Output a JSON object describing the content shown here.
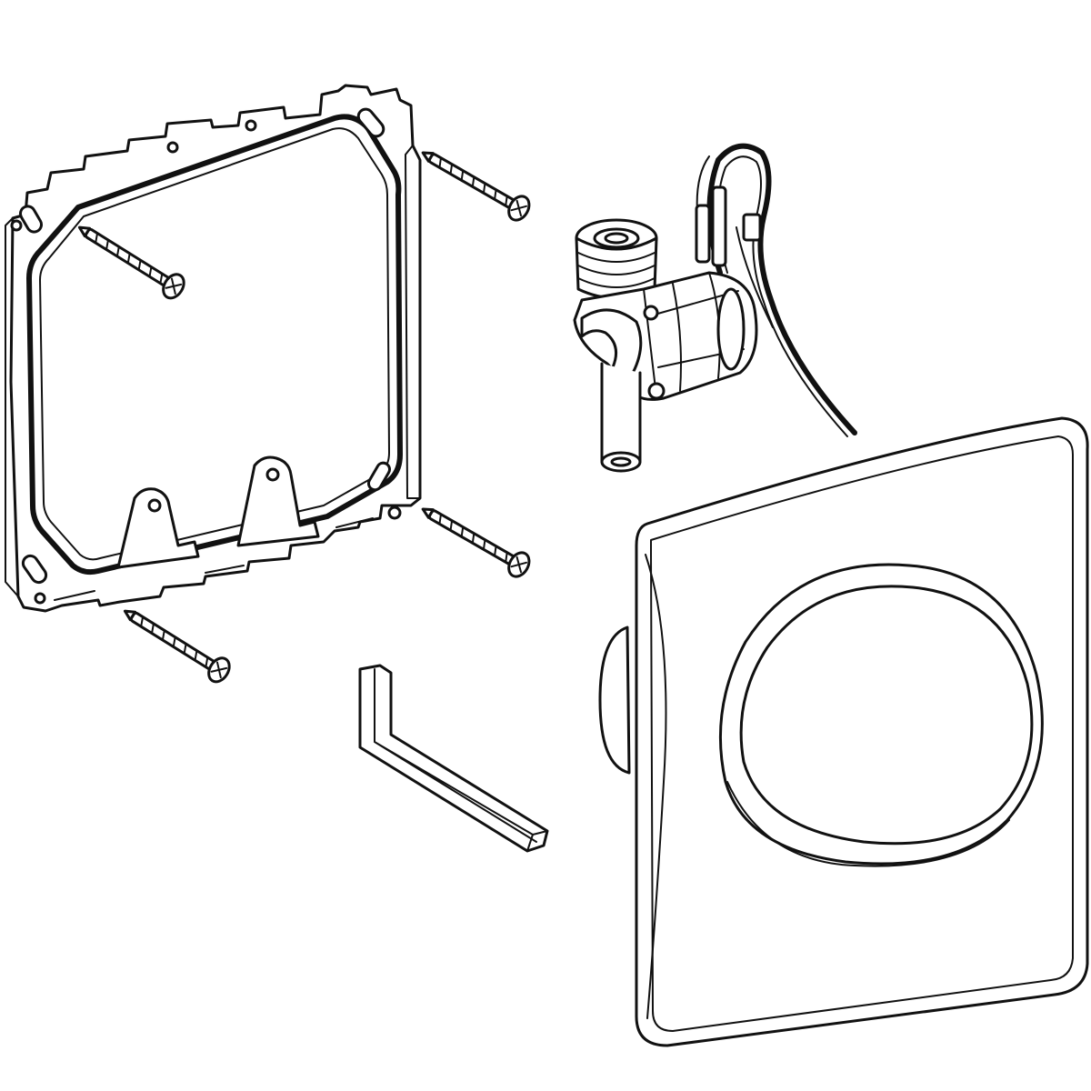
{
  "figure": {
    "type": "exploded-assembly-line-drawing",
    "ink_color": "#111111",
    "background_color": "#ffffff",
    "parts": [
      {
        "id": "mounting-frame",
        "kind": "mounting frame"
      },
      {
        "id": "screw",
        "kind": "screw",
        "count": 4
      },
      {
        "id": "flush-valve",
        "kind": "valve unit with cable"
      },
      {
        "id": "hex-key",
        "kind": "allen key"
      },
      {
        "id": "actuator-plate",
        "kind": "cover plate with round button"
      }
    ]
  }
}
